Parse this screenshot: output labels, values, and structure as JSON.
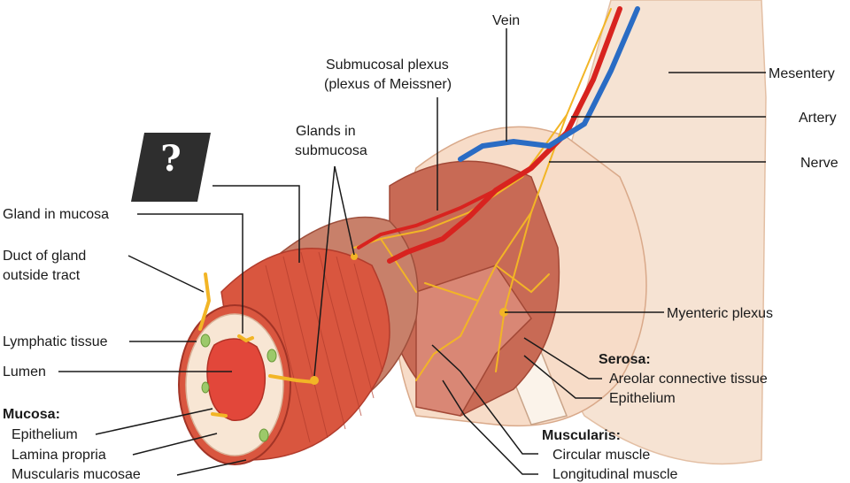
{
  "labels": {
    "vein": "Vein",
    "submucosal_plexus": "Submucosal plexus",
    "submucosal_plexus_alt": "(plexus of Meissner)",
    "mesentery": "Mesentery",
    "artery": "Artery",
    "nerve": "Nerve",
    "glands_submucosa_1": "Glands in",
    "glands_submucosa_2": "submucosa",
    "gland_in_mucosa": "Gland in mucosa",
    "duct_1": "Duct of gland",
    "duct_2": "outside tract",
    "lymphatic_tissue": "Lymphatic tissue",
    "lumen": "Lumen",
    "myenteric_plexus": "Myenteric plexus",
    "serosa_header": "Serosa:",
    "areolar": "Areolar connective tissue",
    "serosa_epithelium": "Epithelium",
    "muscularis_header": "Muscularis:",
    "circular_muscle": "Circular muscle",
    "longitudinal_muscle": "Longitudinal muscle",
    "mucosa_header": "Mucosa:",
    "mucosa_epithelium": "Epithelium",
    "lamina_propria": "Lamina propria",
    "muscularis_mucosae": "Muscularis mucosae"
  },
  "unknown_marker": "?",
  "colors": {
    "serosa": "#f7dcc8",
    "mesentery": "#f6e3d3",
    "muscle": "#d9563f",
    "muscle_dark": "#b23c2c",
    "submucosa": "#c8806a",
    "lumen": "#e2473a",
    "mucosa": "#f8e6d4",
    "artery": "#d8231f",
    "vein": "#2a6cc4",
    "nerve": "#f2b526",
    "marker_bg": "#2e2e2e"
  }
}
